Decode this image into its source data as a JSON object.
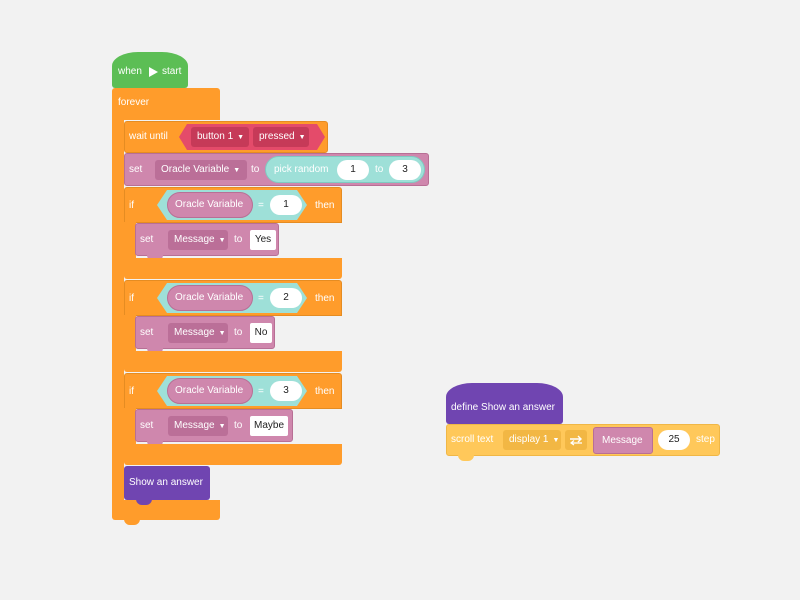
{
  "hat": {
    "when": "when",
    "start": "start"
  },
  "forever": "forever",
  "wait": {
    "label": "wait until",
    "button": "button 1",
    "state": "pressed"
  },
  "set_random": {
    "set": "set",
    "variable": "Oracle Variable",
    "to": "to",
    "pick": "pick random",
    "from": "1",
    "to_word": "to",
    "upto": "3"
  },
  "if_blocks": [
    {
      "if": "if",
      "var": "Oracle Variable",
      "eq": "=",
      "value": "1",
      "then": "then",
      "set": "set",
      "target": "Message",
      "to": "to",
      "text": "Yes"
    },
    {
      "if": "if",
      "var": "Oracle Variable",
      "eq": "=",
      "value": "2",
      "then": "then",
      "set": "set",
      "target": "Message",
      "to": "to",
      "text": "No"
    },
    {
      "if": "if",
      "var": "Oracle Variable",
      "eq": "=",
      "value": "3",
      "then": "then",
      "set": "set",
      "target": "Message",
      "to": "to",
      "text": "Maybe"
    }
  ],
  "call": "Show an answer",
  "define": {
    "label": "define Show an answer",
    "scroll": "scroll text",
    "display": "display 1",
    "message": "Message",
    "steps": "25",
    "step": "step"
  },
  "colors": {
    "control": "#ff9c2b",
    "variables": "#cf87ad",
    "events": "#5cbe55",
    "my_blocks": "#7045b1",
    "looks": "#ffc85a",
    "sensing": "#e44b6a",
    "operators": "#9ee0d8"
  }
}
